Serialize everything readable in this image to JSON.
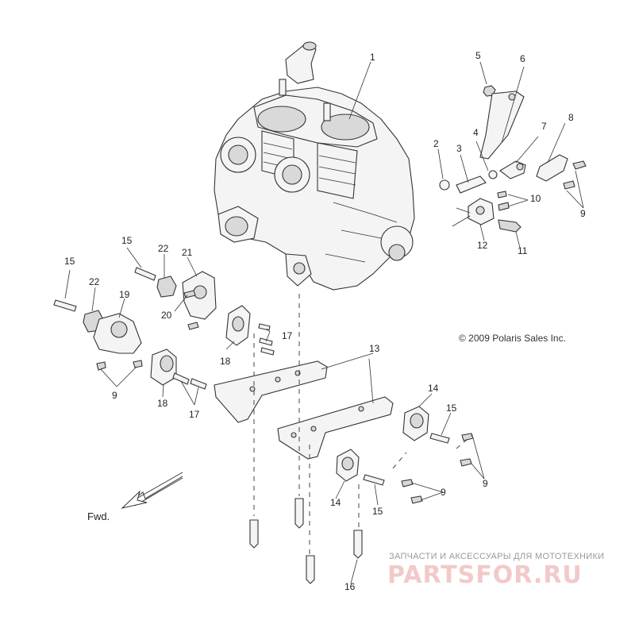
{
  "callouts": {
    "c1": "1",
    "c2": "2",
    "c3": "3",
    "c4": "4",
    "c5": "5",
    "c6": "6",
    "c7": "7",
    "c8": "8",
    "c9a": "9",
    "c9b": "9",
    "c9c": "9",
    "c9d": "9",
    "c10": "10",
    "c11": "11",
    "c12": "12",
    "c13": "13",
    "c14a": "14",
    "c14b": "14",
    "c15a": "15",
    "c15b": "15",
    "c15c": "15",
    "c15d": "15",
    "c16": "16",
    "c17a": "17",
    "c17b": "17",
    "c18a": "18",
    "c18b": "18",
    "c19": "19",
    "c20": "20",
    "c21": "21",
    "c22a": "22",
    "c22b": "22"
  },
  "copyright": "© 2009 Polaris Sales Inc.",
  "direction_label": "Fwd.",
  "watermark": {
    "tagline": "ЗАПЧАСТИ И АКСЕССУАРЫ ДЛЯ МОТОТЕХНИКИ",
    "brand": "PARTSFOR.RU"
  }
}
